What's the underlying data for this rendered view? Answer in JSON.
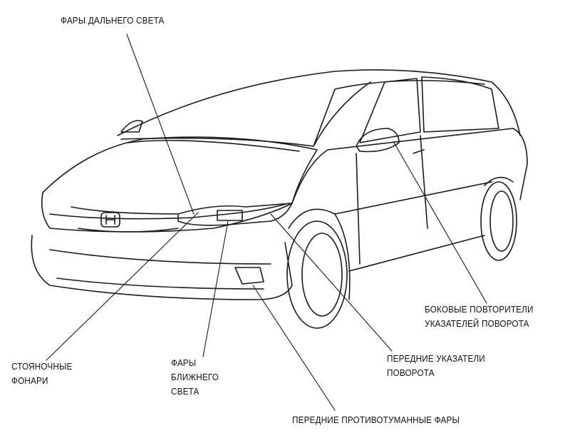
{
  "labels": {
    "high_beam": [
      "ФАРЫ ДАЛЬНЕГО СВЕТА"
    ],
    "side_repeaters": [
      "БОКОВЫЕ ПОВТОРИТЕЛИ",
      "УКАЗАТЕЛЕЙ ПОВОРОТА"
    ],
    "front_turn": [
      "ПЕРЕДНИЕ УКАЗАТЕЛИ",
      "ПОВОРОТА"
    ],
    "parking": [
      "СТОЯНОЧНЫЕ",
      "ФОНАРИ"
    ],
    "low_beam": [
      "ФАРЫ",
      "БЛИЖНЕГО",
      "СВЕТА"
    ],
    "fog": [
      "ПЕРЕДНИЕ ПРОТИВОТУМАННЫЕ ФАРЫ"
    ]
  },
  "colors": {
    "line": "#1a1a1a",
    "background": "#ffffff"
  }
}
